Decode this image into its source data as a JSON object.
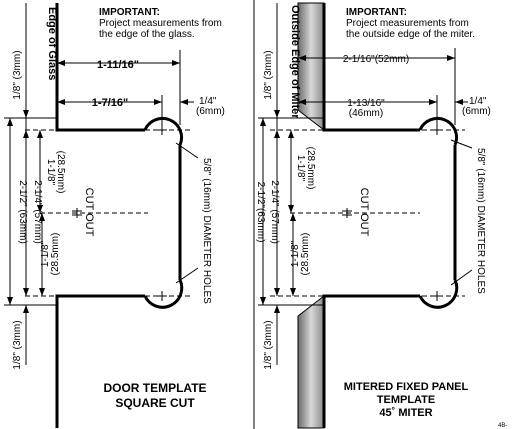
{
  "left": {
    "edge_label": "Edge of Glass",
    "important_title": "IMPORTANT:",
    "important_line1": "Project measurements from",
    "important_line2": "the edge of the glass.",
    "dim_top_width": "1-11/16\"",
    "dim_inner_width": "1-7/16\"",
    "dim_quarter_in": "1/4\"",
    "dim_quarter_mm": "(6mm)",
    "dim_top_eighth": "1/8\" (3mm)",
    "dim_bottom_eighth": "1/8\" (3mm)",
    "dim_118": "1-1/8\"",
    "dim_118_mm": "(28.5mm)",
    "dim_214": "2-1/4\" (57mm)",
    "dim_212": "2-1/2\" (63mm)",
    "dim_118_lower": "1-1/8\"",
    "dim_118_lower_mm": "(28.5mm)",
    "cutout": "CUT OUT",
    "holes": "5/8\" (16mm) DIAMETER HOLES",
    "title_line1": "DOOR TEMPLATE",
    "title_line2": "SQUARE CUT"
  },
  "right": {
    "edge_label": "Outside Edge of Miter",
    "important_title": "IMPORTANT:",
    "important_line1": "Project measurements from",
    "important_line2": "the outside edge of the miter.",
    "dim_top_width": "2-1/16\"(52mm)",
    "dim_inner_width": "1-13/16\"",
    "dim_inner_mm": "(46mm)",
    "dim_quarter_in": "1/4\"",
    "dim_quarter_mm": "(6mm)",
    "dim_top_eighth": "1/8\" (3mm)",
    "dim_bottom_eighth": "1/8\" (3mm)",
    "dim_118": "1-1/8\"",
    "dim_118_mm": "(28.5mm)",
    "dim_214": "2-1/4\" (57mm)",
    "dim_212": "2-1/2\"(63mm)",
    "dim_118_lower": "1-1/8\"",
    "dim_118_lower_mm": "(28.5mm)",
    "cutout": "CUT OUT",
    "holes": "5/8\" (16mm) DIAMETER HOLES",
    "title_line1": "MITERED FIXED PANEL",
    "title_line2": "TEMPLATE",
    "title_line3": "45˚ MITER"
  },
  "footer_code": "4B-"
}
